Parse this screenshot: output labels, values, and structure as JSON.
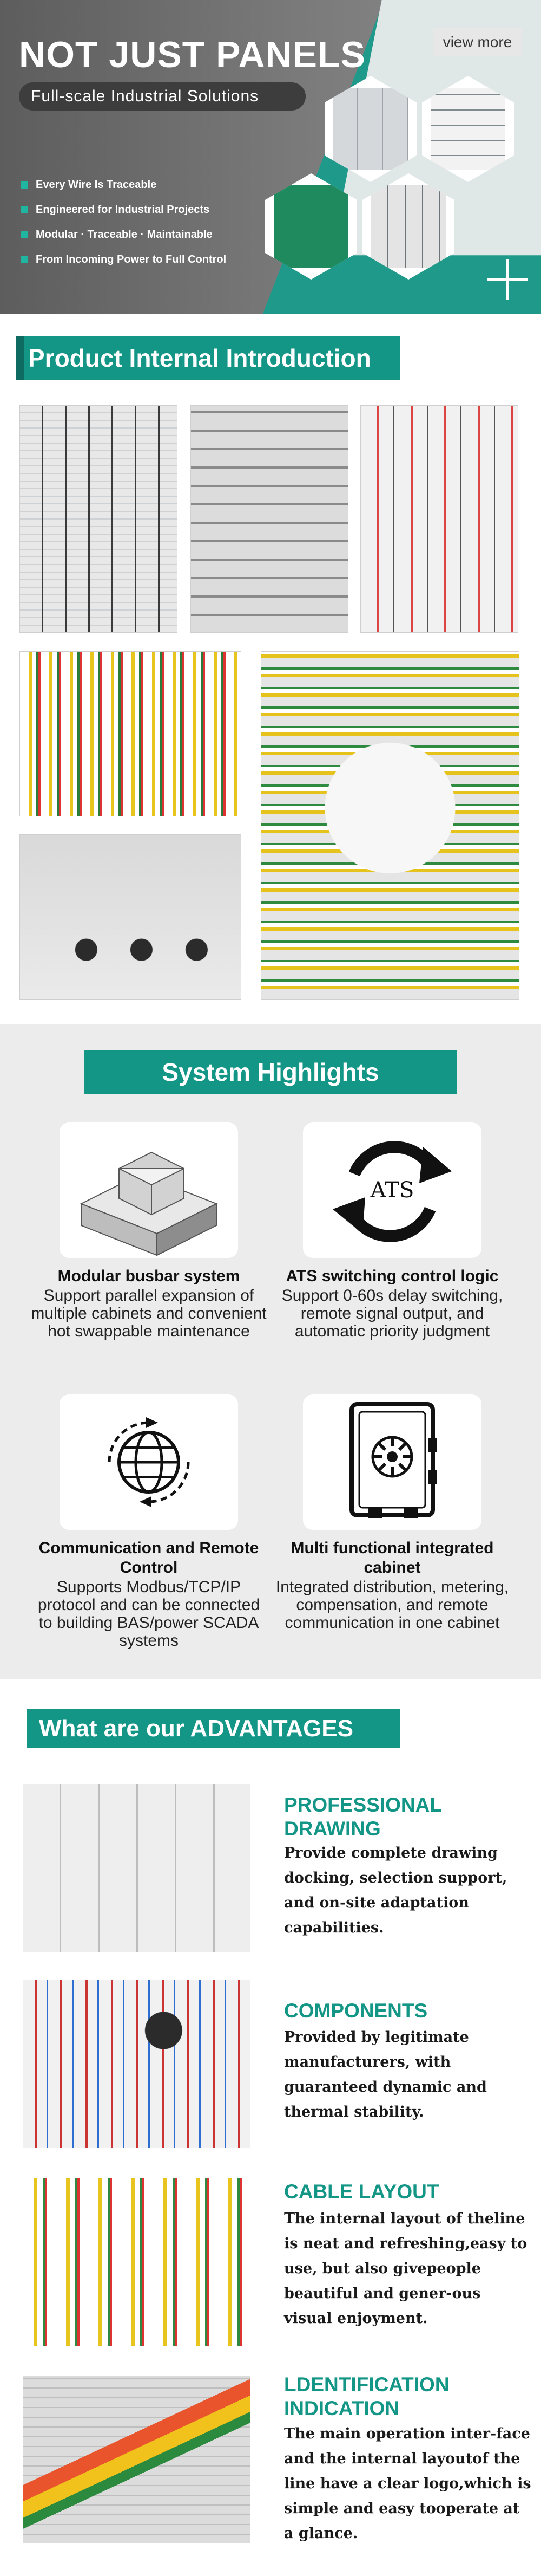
{
  "hero": {
    "title": "NOT JUST PANELS",
    "subtitle": "Full-scale Industrial Solutions",
    "view_more": "view more",
    "features": [
      "Every Wire Is Traceable",
      "Engineered for Industrial Projects",
      "Modular  ·  Traceable  ·  Maintainable",
      "From Incoming Power to Full Control"
    ],
    "accent": "#139686"
  },
  "product_internal": {
    "heading": "Product Internal Introduction"
  },
  "highlights": {
    "heading": "System Highlights",
    "ats_icon_text": "ATS",
    "items": [
      {
        "title": "Modular busbar system",
        "desc": "Support parallel expansion of multiple cabinets and convenient hot swappable maintenance",
        "icon": "busbar-module-icon"
      },
      {
        "title": "ATS switching control logic",
        "desc": "Support 0-60s delay switching, remote signal output, and automatic priority judgment",
        "icon": "ats-switch-icon"
      },
      {
        "title": "Communication and Remote Control",
        "desc": "Supports Modbus/TCP/IP protocol and can be connected to building BAS/power SCADA systems",
        "icon": "globe-network-icon"
      },
      {
        "title": "Multi functional integrated cabinet",
        "desc": "Integrated distribution, metering, compensation, and remote communication in one cabinet",
        "icon": "cabinet-icon"
      }
    ]
  },
  "advantages": {
    "heading": "What are our ADVANTAGES",
    "items": [
      {
        "title": "PROFESSIONAL DRAWING",
        "desc": "Provide complete drawing docking, selection support, and on-site adaptation capabilities."
      },
      {
        "title": "COMPONENTS",
        "desc": "Provided by legitimate manufacturers, with guaranteed dynamic and thermal stability."
      },
      {
        "title": "CABLE LAYOUT",
        "desc": "The internal layout of theline is neat and refreshing,easy to use, but also givepeople beautiful and gener-ous visual enjoyment."
      },
      {
        "title": "LDENTIFICATION INDICATION",
        "desc": "The main operation inter-face and the internal layoutof the line have a clear logo,which is simple and easy tooperate at a glance."
      }
    ]
  }
}
